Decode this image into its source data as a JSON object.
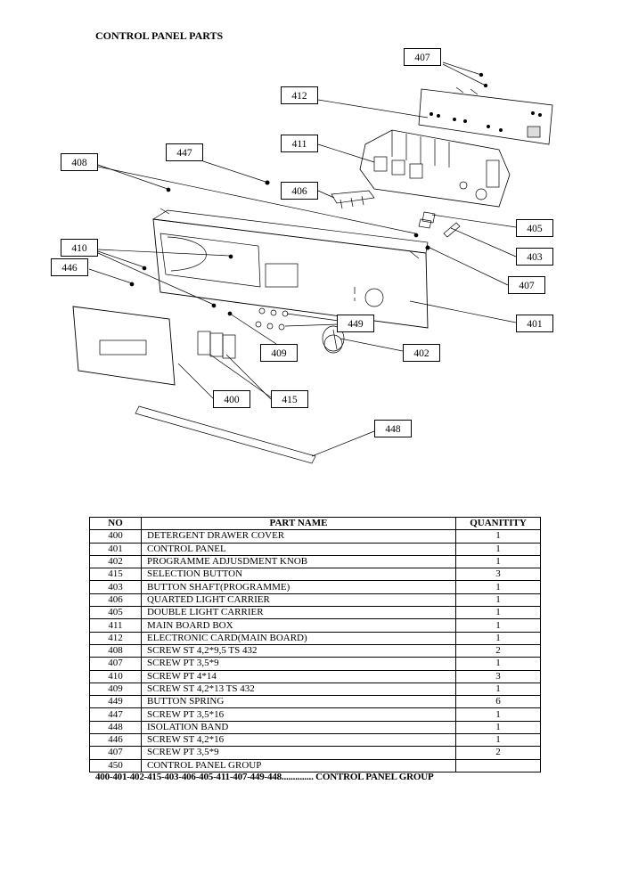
{
  "page": {
    "title": "CONTROL PANEL PARTS"
  },
  "callouts": {
    "c407a": "407",
    "c412": "412",
    "c411": "411",
    "c447": "447",
    "c408": "408",
    "c406": "406",
    "c405": "405",
    "c410": "410",
    "c403": "403",
    "c446": "446",
    "c407b": "407",
    "c449": "449",
    "c401": "401",
    "c409": "409",
    "c402": "402",
    "c400": "400",
    "c415": "415",
    "c448": "448"
  },
  "table": {
    "headers": {
      "no": "NO",
      "name": "PART NAME",
      "qty": "QUANITITY"
    },
    "rows": [
      {
        "no": "400",
        "name": "DETERGENT DRAWER COVER",
        "qty": "1"
      },
      {
        "no": "401",
        "name": "CONTROL PANEL",
        "qty": "1"
      },
      {
        "no": "402",
        "name": "PROGRAMME ADJUSDMENT KNOB",
        "qty": "1"
      },
      {
        "no": "415",
        "name": "SELECTION BUTTON",
        "qty": "3"
      },
      {
        "no": "403",
        "name": "BUTTON SHAFT(PROGRAMME)",
        "qty": "1"
      },
      {
        "no": "406",
        "name": "QUARTED LIGHT CARRIER",
        "qty": "1"
      },
      {
        "no": "405",
        "name": "DOUBLE LIGHT CARRIER",
        "qty": "1"
      },
      {
        "no": "411",
        "name": "MAIN BOARD BOX",
        "qty": "1"
      },
      {
        "no": "412",
        "name": "ELECTRONIC CARD(MAIN BOARD)",
        "qty": "1"
      },
      {
        "no": "408",
        "name": "SCREW ST 4,2*9,5 TS 432",
        "qty": "2"
      },
      {
        "no": "407",
        "name": "SCREW PT 3,5*9",
        "qty": "1"
      },
      {
        "no": "410",
        "name": "SCREW PT 4*14",
        "qty": "3"
      },
      {
        "no": "409",
        "name": "SCREW ST 4,2*13 TS 432",
        "qty": "1"
      },
      {
        "no": "449",
        "name": "BUTTON SPRING",
        "qty": "6"
      },
      {
        "no": "447",
        "name": "SCREW PT 3,5*16",
        "qty": "1"
      },
      {
        "no": "448",
        "name": "ISOLATION BAND",
        "qty": "1"
      },
      {
        "no": "446",
        "name": "SCREW ST 4,2*16",
        "qty": "1"
      },
      {
        "no": "407",
        "name": "SCREW PT 3,5*9",
        "qty": "2"
      },
      {
        "no": "450",
        "name": "CONTROL PANEL GROUP",
        "qty": ""
      }
    ]
  },
  "footnote": "400-401-402-415-403-406-405-411-407-449-448.............. CONTROL PANEL GROUP"
}
